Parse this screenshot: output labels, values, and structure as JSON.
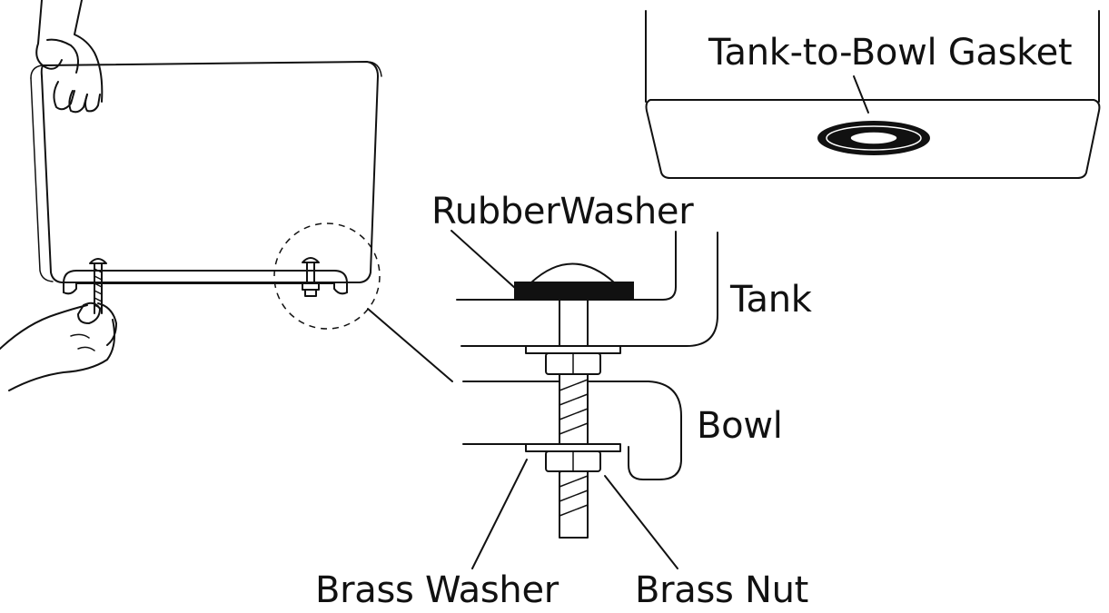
{
  "labels": {
    "gasket": "Tank-to-Bowl Gasket",
    "rubber_washer": "RubberWasher",
    "tank": "Tank",
    "bowl": "Bowl",
    "brass_washer": "Brass Washer",
    "brass_nut": "Brass Nut"
  },
  "colors": {
    "line": "#111111",
    "background": "#ffffff",
    "gasket_fill": "#111111"
  }
}
